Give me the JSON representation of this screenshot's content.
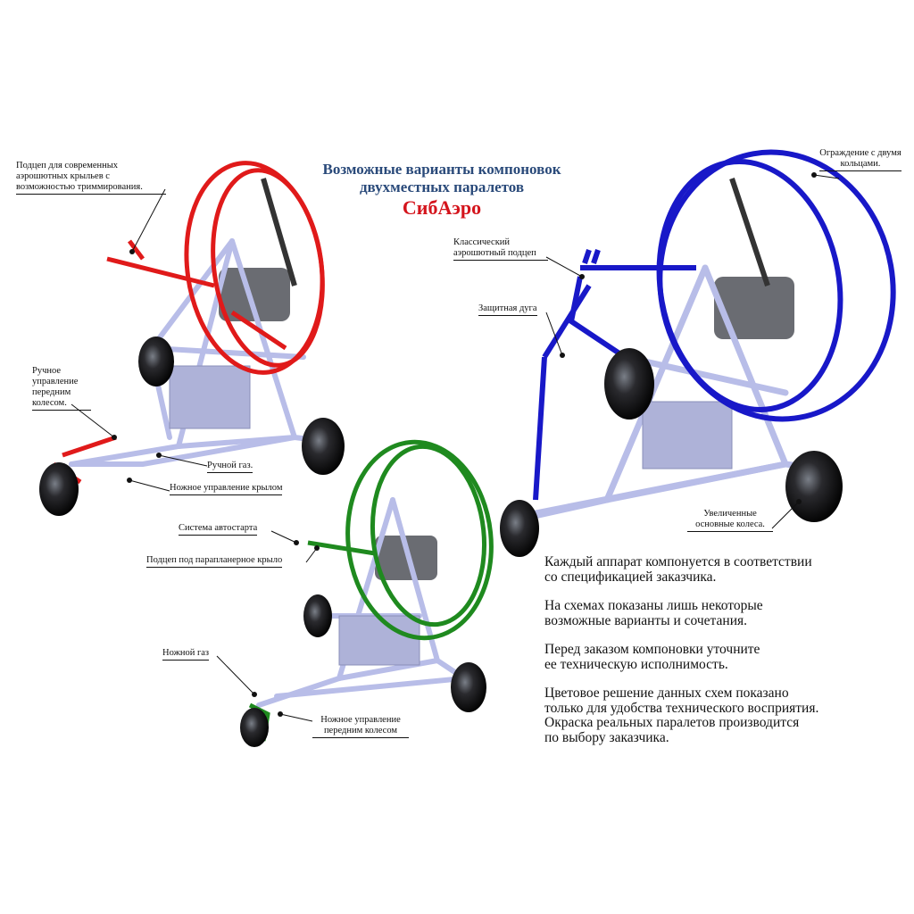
{
  "title": {
    "line1": "Возможные варианты компоновок",
    "line2": "двухместных паралетов",
    "brand": "СибАэро"
  },
  "labels": {
    "red_hook": "Подцеп для современных аэрошютных крыльев с возможностью триммирования.",
    "red_hand_steer": "Ручное управление передним колесом.",
    "red_hand_throttle": "Ручной газ.",
    "red_foot_wing": "Ножное управление крылом",
    "green_autostart": "Система автостарта",
    "green_para_hook": "Подцеп под парапланерное крыло",
    "green_foot_throttle": "Ножной газ",
    "green_foot_steer": "Ножное управление передним колесом",
    "blue_guard": "Ограждение с двумя кольцами.",
    "blue_classic_hook": "Классический аэрошютный подцеп",
    "blue_rollbar": "Защитная дуга",
    "blue_wheels": "Увеличенные основные колеса."
  },
  "notes": [
    "Каждый аппарат компонуется в соответствии\nсо спецификацией заказчика.",
    "На схемах показаны лишь некоторые\nвозможные варианты и сочетания.",
    "Перед заказом компоновки уточните\nее техническую исполнимость.",
    "Цветовое решение данных схем показано\nтолько для удобства технического восприятия.\nОкраска реальных паралетов производится\nпо выбору заказчика."
  ],
  "colors": {
    "red_variant": "#e01a1a",
    "green_variant": "#1f8a1f",
    "blue_variant": "#1818c8",
    "frame": "#b8bde8",
    "wheel": "#1c1c1c",
    "title": "#2a4a7a",
    "brand": "#d4141c"
  }
}
